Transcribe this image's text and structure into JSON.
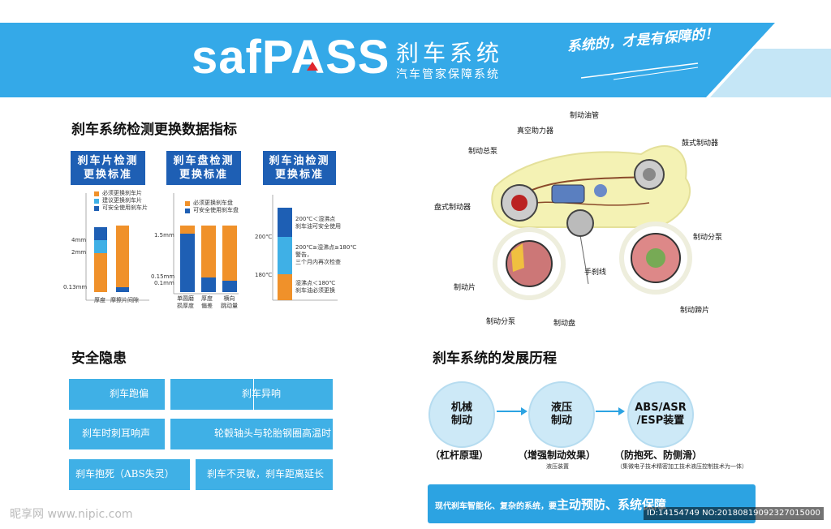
{
  "header": {
    "brand": "safPASS",
    "title": "刹车系统",
    "subtitle": "汽车管家保障系统",
    "slogan": "系统的，才是有保障的！",
    "colors": {
      "band": "#34a9e8",
      "accent": "#e0262d"
    }
  },
  "indicators": {
    "title": "刹车系统检测更换数据指标",
    "pads": {
      "title_line1": "刹车片检测",
      "title_line2": "更换标准",
      "legend": [
        "必须更换刹车片",
        "建议更换刹车片",
        "可安全使用刹车片"
      ],
      "ticks": [
        "4mm",
        "2mm",
        "0.13mm"
      ],
      "categories": [
        "厚度",
        "摩擦片间隙"
      ]
    },
    "disc": {
      "title_line1": "刹车盘检测",
      "title_line2": "更换标准",
      "legend": [
        "必须更换刹车盘",
        "可安全使用刹车盘"
      ],
      "ticks": [
        "1.5mm",
        "0.15mm",
        "0.1mm"
      ],
      "categories": [
        [
          "单圆磨",
          "损厚度"
        ],
        [
          "厚度",
          "偏差"
        ],
        [
          "横向",
          "跳动量"
        ]
      ]
    },
    "oil": {
      "title_line1": "刹车油检测",
      "title_line2": "更换标准",
      "ticks": [
        "200℃",
        "180℃"
      ],
      "bands": [
        [
          "200℃＜湿沸点",
          "刹车油可安全使用"
        ],
        [
          "200℃≥湿沸点≥180℃",
          "警告，",
          "三个月内再次检查"
        ],
        [
          "湿沸点＜180℃",
          "刹车油必须更换"
        ]
      ]
    }
  },
  "diagram": {
    "labels": {
      "oil_pipe": "制动油管",
      "booster": "真空助力器",
      "master_pump": "制动总泵",
      "drum": "鼓式制动器",
      "disc_brake": "盘式制动器",
      "wheel_pump_right": "制动分泵",
      "handbrake": "手刹线",
      "pad": "制动片",
      "wheel_pump": "制动分泵",
      "disc": "制动盘",
      "shoe": "制动蹄片"
    }
  },
  "hazards": {
    "title": "安全隐患",
    "items": [
      "刹车跑偏",
      "刹车异响",
      "刹车时刺耳响声",
      "轮毂轴头与轮胎钢圈高温时",
      "刹车抱死（ABS失灵）",
      "刹车不灵敏，刹车距离延长"
    ]
  },
  "history": {
    "title": "刹车系统的发展历程",
    "stages": [
      {
        "line1": "机械",
        "line2": "制动",
        "caption": "（杠杆原理）",
        "note": ""
      },
      {
        "line1": "液压",
        "line2": "制动",
        "caption": "（增强制动效果）",
        "note": "液压装置"
      },
      {
        "line1": "ABS/ASR",
        "line2": "/ESP装置",
        "caption": "（防抱死、防侧滑）",
        "note": "（集微电子技术精密加工技术液压控制技术为一体）"
      }
    ],
    "banner_prefix": "现代刹车智能化、复杂的系统，要",
    "banner_highlight": "主动预防、系统保障"
  },
  "watermark": {
    "site": "昵享网 www.nipic.com",
    "id": "ID:14154749 NO:20180819092327015000"
  }
}
